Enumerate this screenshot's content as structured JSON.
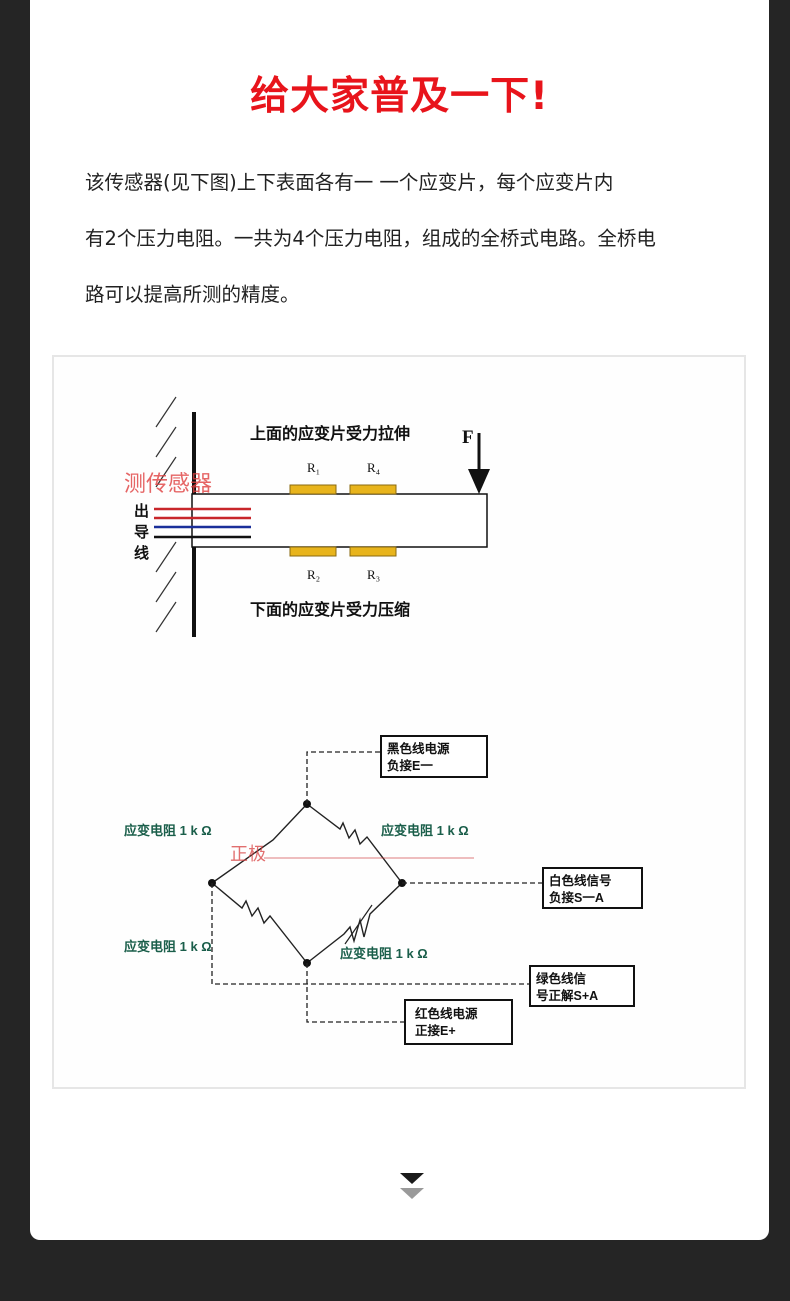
{
  "page": {
    "title": "给大家普及一下!",
    "paragraph_lines": [
      "该传感器(见下图)上下表面各有一 一个应变片，每个应变片内",
      "有2个压力电阻。一共为4个压力电阻，组成的全桥式电路。全桥电",
      "路可以提高所测的精度。"
    ]
  },
  "diagram": {
    "top_label": "上面的应变片受力拉伸",
    "bottom_label": "下面的应变片受力压缩",
    "force_label": "F",
    "sensor_label": "测传感器",
    "lead_label_chars": [
      "出",
      "导",
      "线"
    ],
    "gauge_labels": {
      "r1": "R₁",
      "r4": "R₄",
      "r2": "R₂",
      "r3": "R₃"
    },
    "bridge": {
      "arm_top_left": "应变电阻 1 k Ω",
      "arm_top_right": "应变电阻 1 k Ω",
      "arm_bottom_left": "应变电阻 1 k Ω",
      "arm_bottom_right": "应变电阻 1 k Ω",
      "overlay_text": "正极",
      "box_black": [
        "黑色线电源",
        "负接E一"
      ],
      "box_white": [
        "白色线信号",
        "负接S一A"
      ],
      "box_green": [
        "绿色线信",
        "号正解S+A"
      ],
      "box_red": [
        "红色线电源",
        "正接E+"
      ]
    }
  },
  "colors": {
    "background": "#252525",
    "card": "#ffffff",
    "title": "#e8141b",
    "text": "#222222",
    "gauge": "#e8b41c",
    "wire_red": "#c8262a",
    "wire_blue": "#1a2f9a",
    "bridge_label": "#1a5e4a"
  },
  "icons": {
    "scroll_more": "double-chevron-down-icon"
  }
}
